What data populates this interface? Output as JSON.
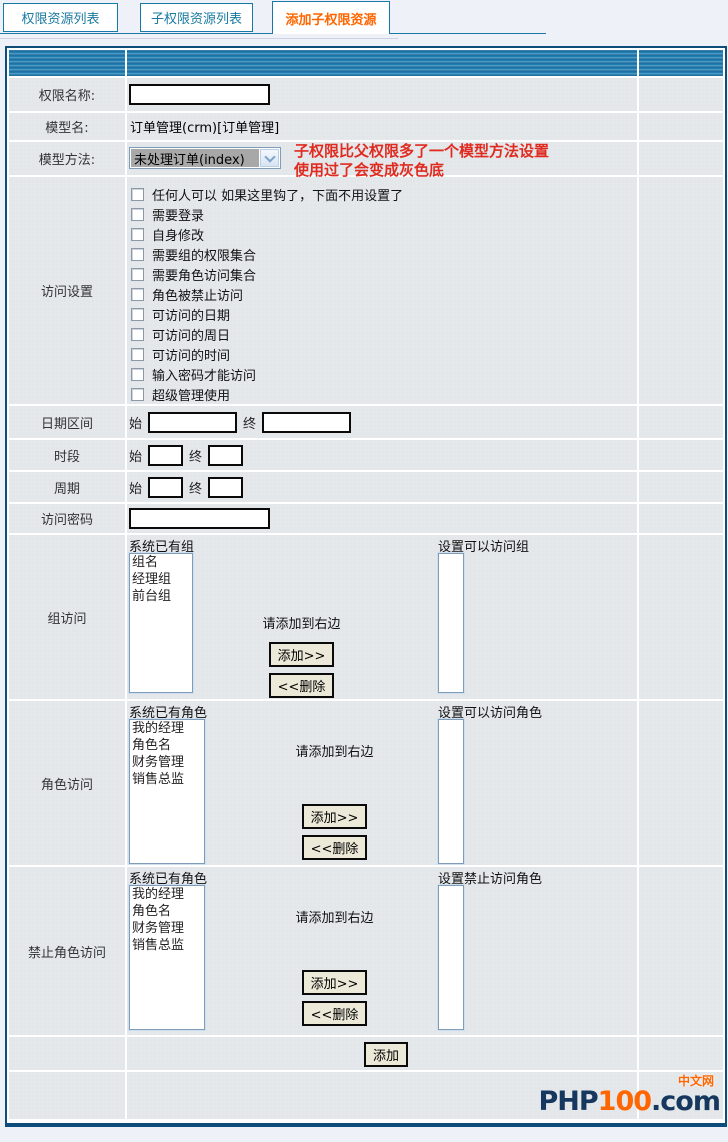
{
  "tabs": [
    {
      "label": "权限资源列表",
      "active": false
    },
    {
      "label": "子权限资源列表",
      "active": false
    },
    {
      "label": "添加子权限资源",
      "active": true
    }
  ],
  "form": {
    "perm_name": {
      "label": "权限名称:",
      "value": ""
    },
    "model_name": {
      "label": "模型名:",
      "value": "订单管理(crm)[订单管理]"
    },
    "model_method": {
      "label": "模型方法:",
      "selected": "未处理订单(index)"
    },
    "annotation": {
      "line1": "子权限比父权限多了一个模型方法设置",
      "line2": "使用过了会变成灰色底"
    },
    "access": {
      "label": "访问设置",
      "checkboxes": [
        "任何人可以 如果这里钩了，下面不用设置了",
        "需要登录",
        "自身修改",
        "需要组的权限集合",
        "需要角色访问集合",
        "角色被禁止访问",
        "可访问的日期",
        "可访问的周日",
        "可访问的时间",
        "输入密码才能访问",
        "超级管理使用"
      ]
    },
    "date_range": {
      "label": "日期区间",
      "start_label": "始",
      "end_label": "终",
      "start_value": "",
      "end_value": ""
    },
    "time_range": {
      "label": "时段",
      "start_label": "始",
      "end_label": "终",
      "start_value": "",
      "end_value": ""
    },
    "week_range": {
      "label": "周期",
      "start_label": "始",
      "end_label": "终",
      "start_value": "",
      "end_value": ""
    },
    "password": {
      "label": "访问密码",
      "value": ""
    },
    "transfers": [
      {
        "row_label": "组访问",
        "left_title": "系统已有组",
        "items": [
          "组名",
          "经理组",
          "前台组"
        ],
        "hint": "请添加到右边",
        "add_label": "添加>>",
        "remove_label": "<<删除",
        "right_title": "设置可以访问组",
        "right_items": []
      },
      {
        "row_label": "角色访问",
        "left_title": "系统已有角色",
        "items": [
          "我的经理",
          "角色名",
          "财务管理",
          "销售总监"
        ],
        "hint": "请添加到右边",
        "add_label": "添加>>",
        "remove_label": "<<删除",
        "right_title": "设置可以访问角色",
        "right_items": []
      },
      {
        "row_label": "禁止角色访问",
        "left_title": "系统已有角色",
        "items": [
          "我的经理",
          "角色名",
          "财务管理",
          "销售总监"
        ],
        "hint": "请添加到右边",
        "add_label": "添加>>",
        "remove_label": "<<删除",
        "right_title": "设置禁止访问角色",
        "right_items": []
      }
    ],
    "submit_label": "添加"
  },
  "footer": {
    "logo_tag": "中文网",
    "logo_php": "PHP",
    "logo_100": "100",
    "logo_com": ".com"
  },
  "colors": {
    "header_blue": "#1d74a6",
    "table_border": "#0e4d79",
    "tab_border": "#1878a8",
    "tab_active_text": "#ff6600",
    "annotation_red": "#e02b20",
    "cell_bg": "#e3e7ea",
    "button_bg": "#ece9d8",
    "logo_navy": "#16375e",
    "logo_orange": "#ff6600"
  }
}
